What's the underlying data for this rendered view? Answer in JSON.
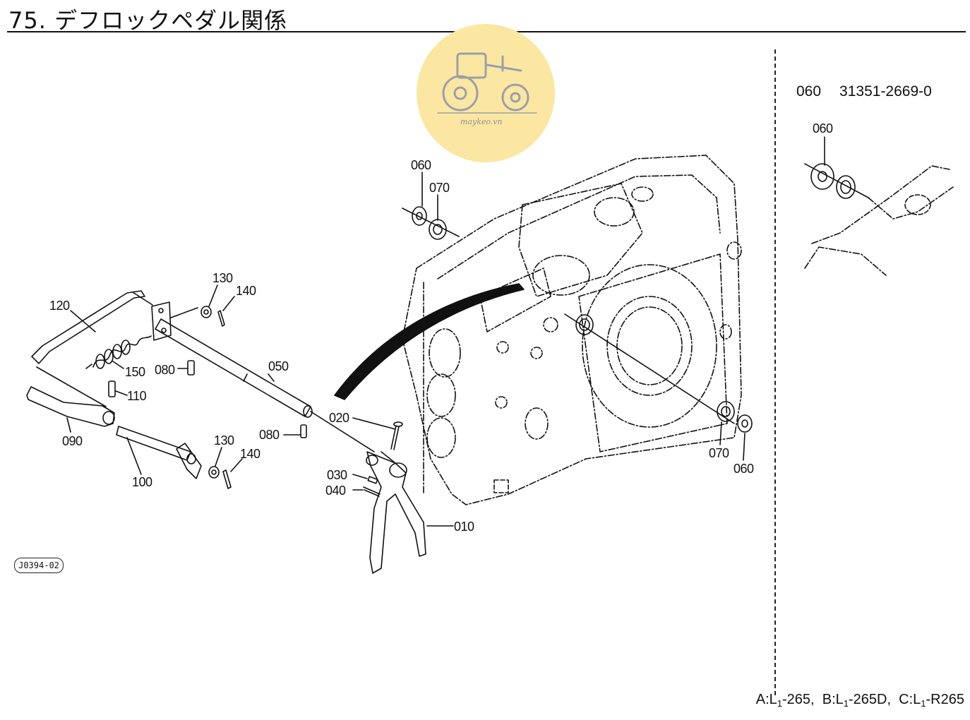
{
  "title": "75. デフロックペダル関係",
  "side_ref": {
    "part": "060",
    "number": "31351-2669-0",
    "label": "060"
  },
  "ref_code": "J0394-02",
  "watermark": {
    "text": "maykeo.vn",
    "color": "#fbe7a1"
  },
  "footer": {
    "a_prefix": "A:L",
    "a_sub": "1",
    "a_suffix": "-265,",
    "b_prefix": "B:L",
    "b_sub": "1",
    "b_suffix": "-265D,",
    "c_prefix": "C:L",
    "c_sub": "1",
    "c_suffix": "-R265"
  },
  "labels": {
    "p060_top": "060",
    "p070_top": "070",
    "p130_top": "130",
    "p140_top": "140",
    "p120": "120",
    "p150": "150",
    "p080_a": "080",
    "p050": "050",
    "p110": "110",
    "p090": "090",
    "p080_b": "080",
    "p020": "020",
    "p130_bot": "130",
    "p140_bot": "140",
    "p100": "100",
    "p030": "030",
    "p040": "040",
    "p010": "010",
    "p070_bot": "070",
    "p060_bot": "060"
  }
}
